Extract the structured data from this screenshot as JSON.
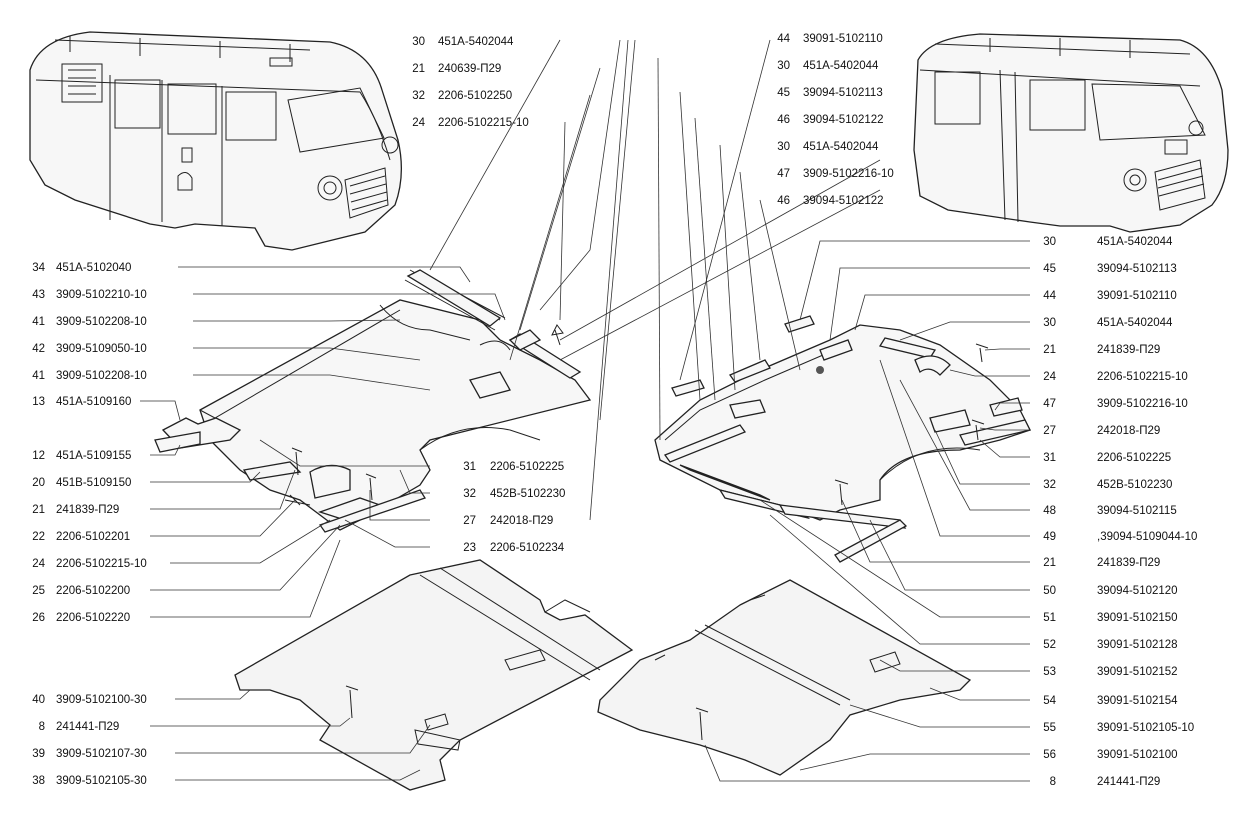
{
  "callouts_left": [
    {
      "num": "34",
      "code": "451А-5102040"
    },
    {
      "num": "43",
      "code": "3909-5102210-10"
    },
    {
      "num": "41",
      "code": "3909-5102208-10"
    },
    {
      "num": "42",
      "code": "3909-5109050-10"
    },
    {
      "num": "41",
      "code": "3909-5102208-10"
    },
    {
      "num": "13",
      "code": "451А-5109160"
    },
    {
      "num": "12",
      "code": "451А-5109155"
    },
    {
      "num": "20",
      "code": "451В-5109150"
    },
    {
      "num": "21",
      "code": "241839-П29"
    },
    {
      "num": "22",
      "code": "2206-5102201"
    },
    {
      "num": "24",
      "code": "2206-5102215-10"
    },
    {
      "num": "25",
      "code": "2206-5102200"
    },
    {
      "num": "26",
      "code": "2206-5102220"
    },
    {
      "num": "40",
      "code": "3909-5102100-30"
    },
    {
      "num": "8",
      "code": "241441-П29"
    },
    {
      "num": "39",
      "code": "3909-5102107-30"
    },
    {
      "num": "38",
      "code": "3909-5102105-30"
    }
  ],
  "callouts_top_left": [
    {
      "num": "30",
      "code": "451А-5402044"
    },
    {
      "num": "21",
      "code": "240639-П29"
    },
    {
      "num": "32",
      "code": "2206-5102250"
    },
    {
      "num": "24",
      "code": "2206-5102215-10"
    }
  ],
  "callouts_top_right": [
    {
      "num": "44",
      "code": "39091-5102110"
    },
    {
      "num": "30",
      "code": "451А-5402044"
    },
    {
      "num": "45",
      "code": "39094-5102113"
    },
    {
      "num": "46",
      "code": "39094-5102122"
    },
    {
      "num": "30",
      "code": "451А-5402044"
    },
    {
      "num": "47",
      "code": "3909-5102216-10"
    },
    {
      "num": "46",
      "code": "39094-5102122"
    }
  ],
  "callouts_center": [
    {
      "num": "31",
      "code": "2206-5102225"
    },
    {
      "num": "32",
      "code": "452В-5102230"
    },
    {
      "num": "27",
      "code": "242018-П29"
    },
    {
      "num": "23",
      "code": "2206-5102234"
    }
  ],
  "callouts_right": [
    {
      "num": "30",
      "code": "451А-5402044"
    },
    {
      "num": "45",
      "code": "39094-5102113"
    },
    {
      "num": "44",
      "code": "39091-5102110"
    },
    {
      "num": "30",
      "code": "451А-5402044"
    },
    {
      "num": "21",
      "code": "241839-П29"
    },
    {
      "num": "24",
      "code": "2206-5102215-10"
    },
    {
      "num": "47",
      "code": "3909-5102216-10"
    },
    {
      "num": "27",
      "code": "242018-П29"
    },
    {
      "num": "31",
      "code": "2206-5102225"
    },
    {
      "num": "32",
      "code": "452В-5102230"
    },
    {
      "num": "48",
      "code": "39094-5102115"
    },
    {
      "num": "49",
      "code": ",39094-5109044-10"
    },
    {
      "num": "21",
      "code": "241839-П29"
    },
    {
      "num": "50",
      "code": "39094-5102120"
    },
    {
      "num": "51",
      "code": "39091-5102150"
    },
    {
      "num": "52",
      "code": "39091-5102128"
    },
    {
      "num": "53",
      "code": "39091-5102152"
    },
    {
      "num": "54",
      "code": "39091-5102154"
    },
    {
      "num": "55",
      "code": "39091-5102105-10"
    },
    {
      "num": "56",
      "code": "39091-5102100"
    },
    {
      "num": "8",
      "code": "241441-П29"
    }
  ]
}
